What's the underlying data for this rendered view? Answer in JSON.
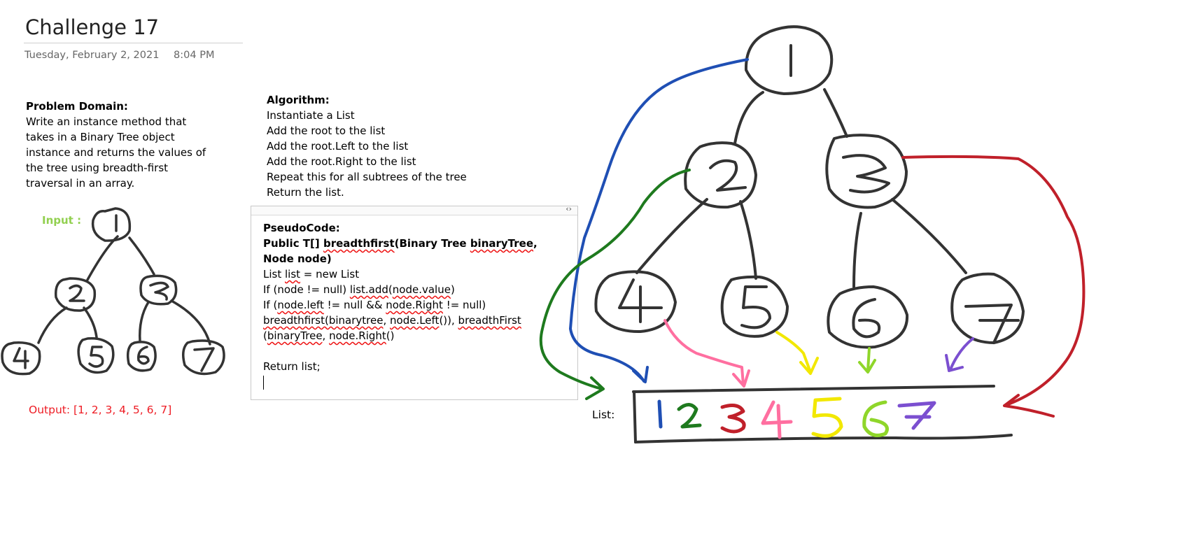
{
  "page": {
    "title": "Challenge 17",
    "date": "Tuesday, February 2, 2021",
    "time": "8:04 PM"
  },
  "problem": {
    "heading": "Problem Domain:",
    "text": "Write an instance method that takes in a Binary Tree object instance and returns the values of the tree using breadth-first traversal in an array."
  },
  "algorithm": {
    "heading": "Algorithm:",
    "steps": [
      "Instantiate a List",
      "Add the root to the list",
      "Add the root.Left to the list",
      "Add the root.Right to the list",
      "Repeat this for all subtrees of the tree",
      "Return the list."
    ]
  },
  "pseudocode": {
    "heading": "PseudoCode:",
    "signature_a": "Public T[] ",
    "signature_b": "breadthfirst",
    "signature_c": "(Binary Tree ",
    "signature_d": "binaryTree",
    "signature_e": ", Node node)",
    "l1_a": "List ",
    "l1_b": "list",
    "l1_c": " = new List",
    "l2_a": "If (node != null) ",
    "l2_b": "list.add",
    "l2_c": "(",
    "l2_d": "node.value",
    "l2_e": ")",
    "l3_a": "If (",
    "l3_b": "node.left",
    "l3_c": " != null && ",
    "l3_d": "node.Right",
    "l3_e": " != null)",
    "l4_a": "breadthfirst(binarytree",
    "l4_b": ", ",
    "l4_c": "node.Left",
    "l4_d": "()), ",
    "l4_e": "breadthFirst",
    "l5_a": "(",
    "l5_b": "binaryTree",
    "l5_c": ", ",
    "l5_d": "node.Right",
    "l5_e": "()",
    "return_line": "Return list;"
  },
  "labels": {
    "input": "Input :",
    "output": "Output: [1, 2, 3, 4, 5, 6, 7]",
    "list": "List:"
  },
  "colors": {
    "ink": "#333333",
    "blue": "#1f4fb4",
    "green": "#1e7a1e",
    "red": "#c0202a",
    "pink": "#ff6fa0",
    "yellow": "#f2e800",
    "lime": "#8fd62a",
    "purple": "#7b4fd0",
    "input_label": "#92d050",
    "output_label": "#ee1c24"
  }
}
